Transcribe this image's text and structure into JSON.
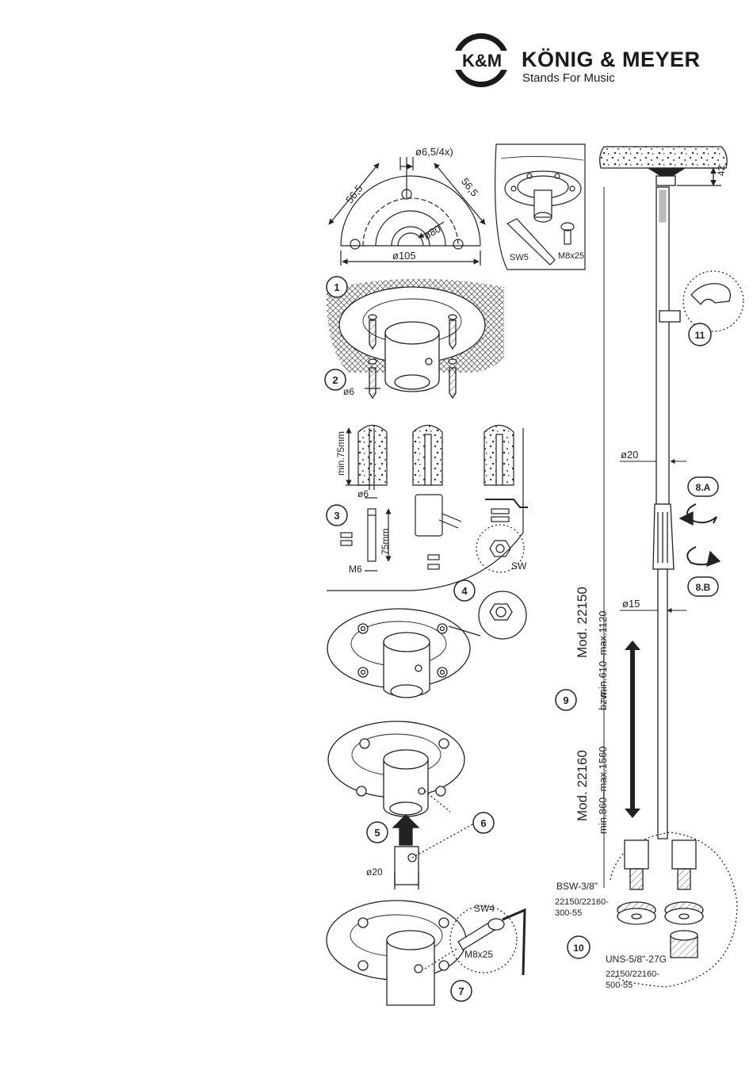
{
  "brand": {
    "logo_text": "K&M",
    "name": "KÖNIG & MEYER",
    "tagline": "Stands For Music"
  },
  "steps": {
    "s1": "1",
    "s2": "2",
    "s3": "3",
    "s4": "4",
    "s5": "5",
    "s6": "6",
    "s7": "7",
    "s8a": "8.A",
    "s8b": "8.B",
    "s9": "9",
    "s10": "10",
    "s11": "11"
  },
  "flange_dims": {
    "holes": "ø6,5/4x)",
    "left_56": "56,5",
    "right_56": "56,5",
    "inner": "ø80",
    "outer": "ø105"
  },
  "kit": {
    "wrench": "SW5",
    "screw": "M8x25"
  },
  "drill": {
    "min_depth": "min.75mm",
    "bit": "ø6",
    "screw_len": "75mm",
    "thread": "M6",
    "wrench": "SW",
    "step2_bit": "ø6"
  },
  "tube": {
    "d20": "ø20",
    "d15": "ø15",
    "h42": "42",
    "d20_lower": "ø20"
  },
  "models": {
    "m22150": "Mod. 22150",
    "r22150": "min.610–max.1120",
    "bzw": "bzw.",
    "m22160": "Mod. 22160",
    "r22160": "min.860–max.1560"
  },
  "adapters": {
    "bsw": "BSW-3/8\"",
    "bsw_code1": "22150/22160-",
    "bsw_code2": "300-55",
    "uns": "UNS-5/8\"-27G",
    "uns_code1": "22150/22160-",
    "uns_code2": "500-55"
  },
  "step7": {
    "wrench": "SW4",
    "screw": "M8x25"
  }
}
